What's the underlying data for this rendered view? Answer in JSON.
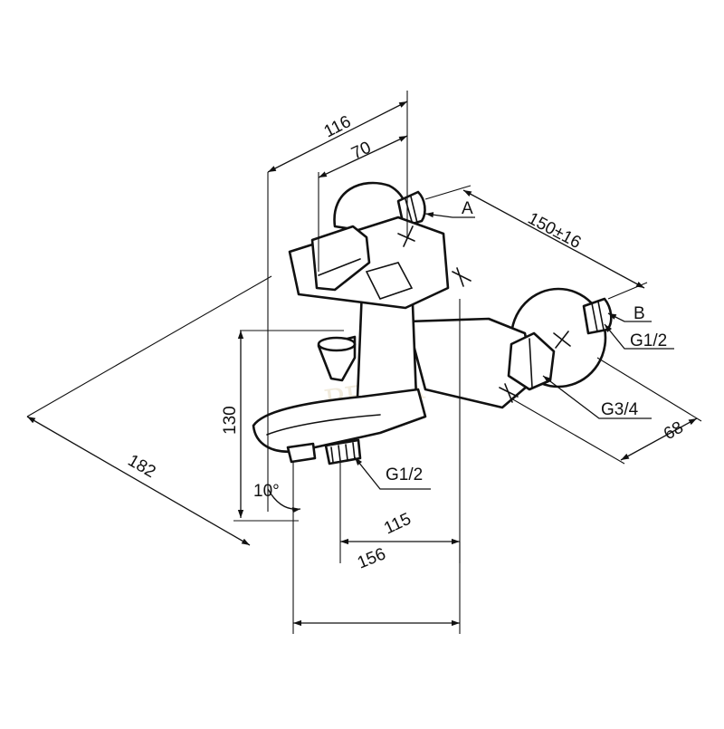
{
  "dimensions": {
    "d116": "116",
    "d70": "70",
    "d150": "150±16",
    "d130": "130",
    "d182": "182",
    "d115": "115",
    "d156": "156",
    "d68": "68",
    "angle": "10°"
  },
  "callouts": {
    "a": "A",
    "b": "B",
    "g12_top": "G1/2",
    "g34": "G3/4",
    "g12_bottom": "G1/2"
  },
  "watermark": "PERIA"
}
